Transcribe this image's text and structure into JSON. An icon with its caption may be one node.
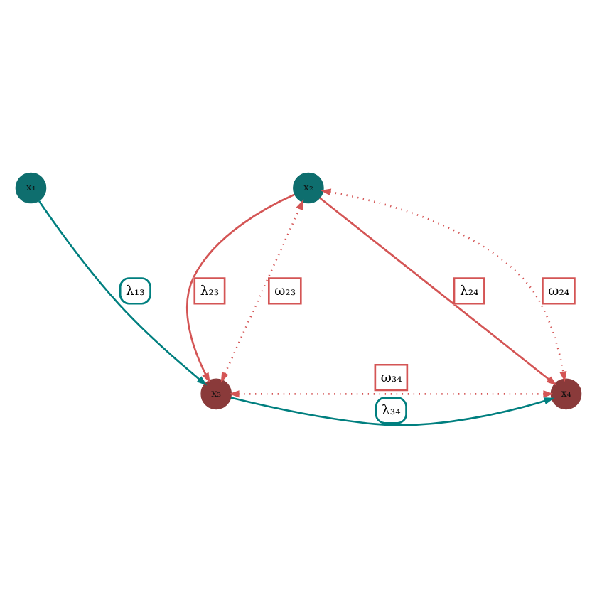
{
  "diagram": {
    "nodes": [
      {
        "text": [
          "x₁"
        ]
      },
      {
        "text": [
          "x₂"
        ]
      },
      {
        "text": [
          "x₃"
        ]
      },
      {
        "text": [
          "x₄"
        ]
      }
    ],
    "edges": [
      {
        "from": 0,
        "to": 2,
        "arrow": "to",
        "label": "λ₁₃",
        "color": "#007f7f"
      },
      {
        "from": 1,
        "to": 2,
        "arrow": "to",
        "label": "λ₂₃"
      },
      {
        "from": 1,
        "to": 3,
        "arrow": "to",
        "label": "λ₂₄"
      },
      {
        "from": 2,
        "to": 3,
        "arrow": "to",
        "label": "λ₃₄",
        "color": "#007f7f"
      },
      {
        "from": 1,
        "to": 2,
        "arrow": "both",
        "label": "ω₂₃",
        "style": "dashed"
      },
      {
        "from": 1,
        "to": 3,
        "arrow": "both",
        "label": "ω₂₄",
        "style": "dashed"
      },
      {
        "from": 2,
        "to": 3,
        "arrow": "both",
        "label": "ω₃₄",
        "style": "dashed"
      }
    ]
  }
}
